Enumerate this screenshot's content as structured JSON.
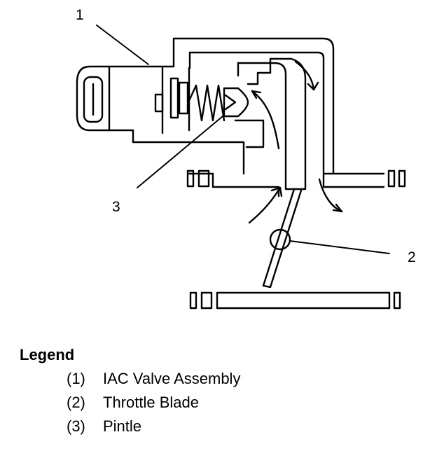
{
  "callouts": {
    "one": "1",
    "two": "2",
    "three": "3"
  },
  "legend": {
    "title": "Legend",
    "items": [
      {
        "num": "(1)",
        "label": "IAC Valve Assembly"
      },
      {
        "num": "(2)",
        "label": "Throttle Blade"
      },
      {
        "num": "(3)",
        "label": "Pintle"
      }
    ]
  }
}
